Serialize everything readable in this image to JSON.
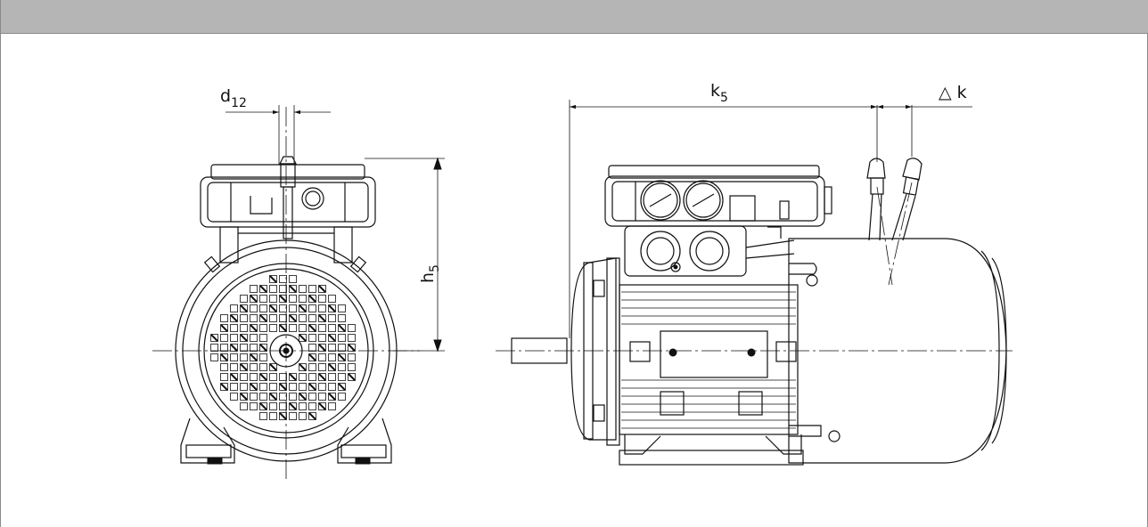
{
  "header": {
    "color": "#b5b5b5"
  },
  "dimensions": {
    "d12": {
      "main": "d",
      "sub": "12"
    },
    "h5": {
      "main": "h",
      "sub": "5"
    },
    "k5": {
      "main": "k",
      "sub": "5"
    },
    "dk": {
      "main": "△ k"
    }
  }
}
